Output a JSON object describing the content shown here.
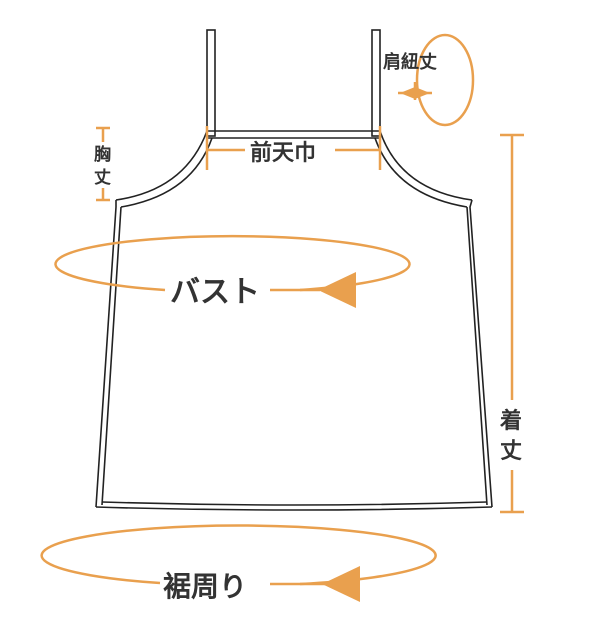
{
  "colors": {
    "measure": "#E9A04E",
    "outline": "#222222",
    "text": "#333333"
  },
  "labels": {
    "strap_length": "肩紐丈",
    "chest_length_1": "胸",
    "chest_length_2": "丈",
    "front_width": "前天巾",
    "bust": "バスト",
    "length_1": "着",
    "length_2": "丈",
    "hem": "裾周り"
  }
}
